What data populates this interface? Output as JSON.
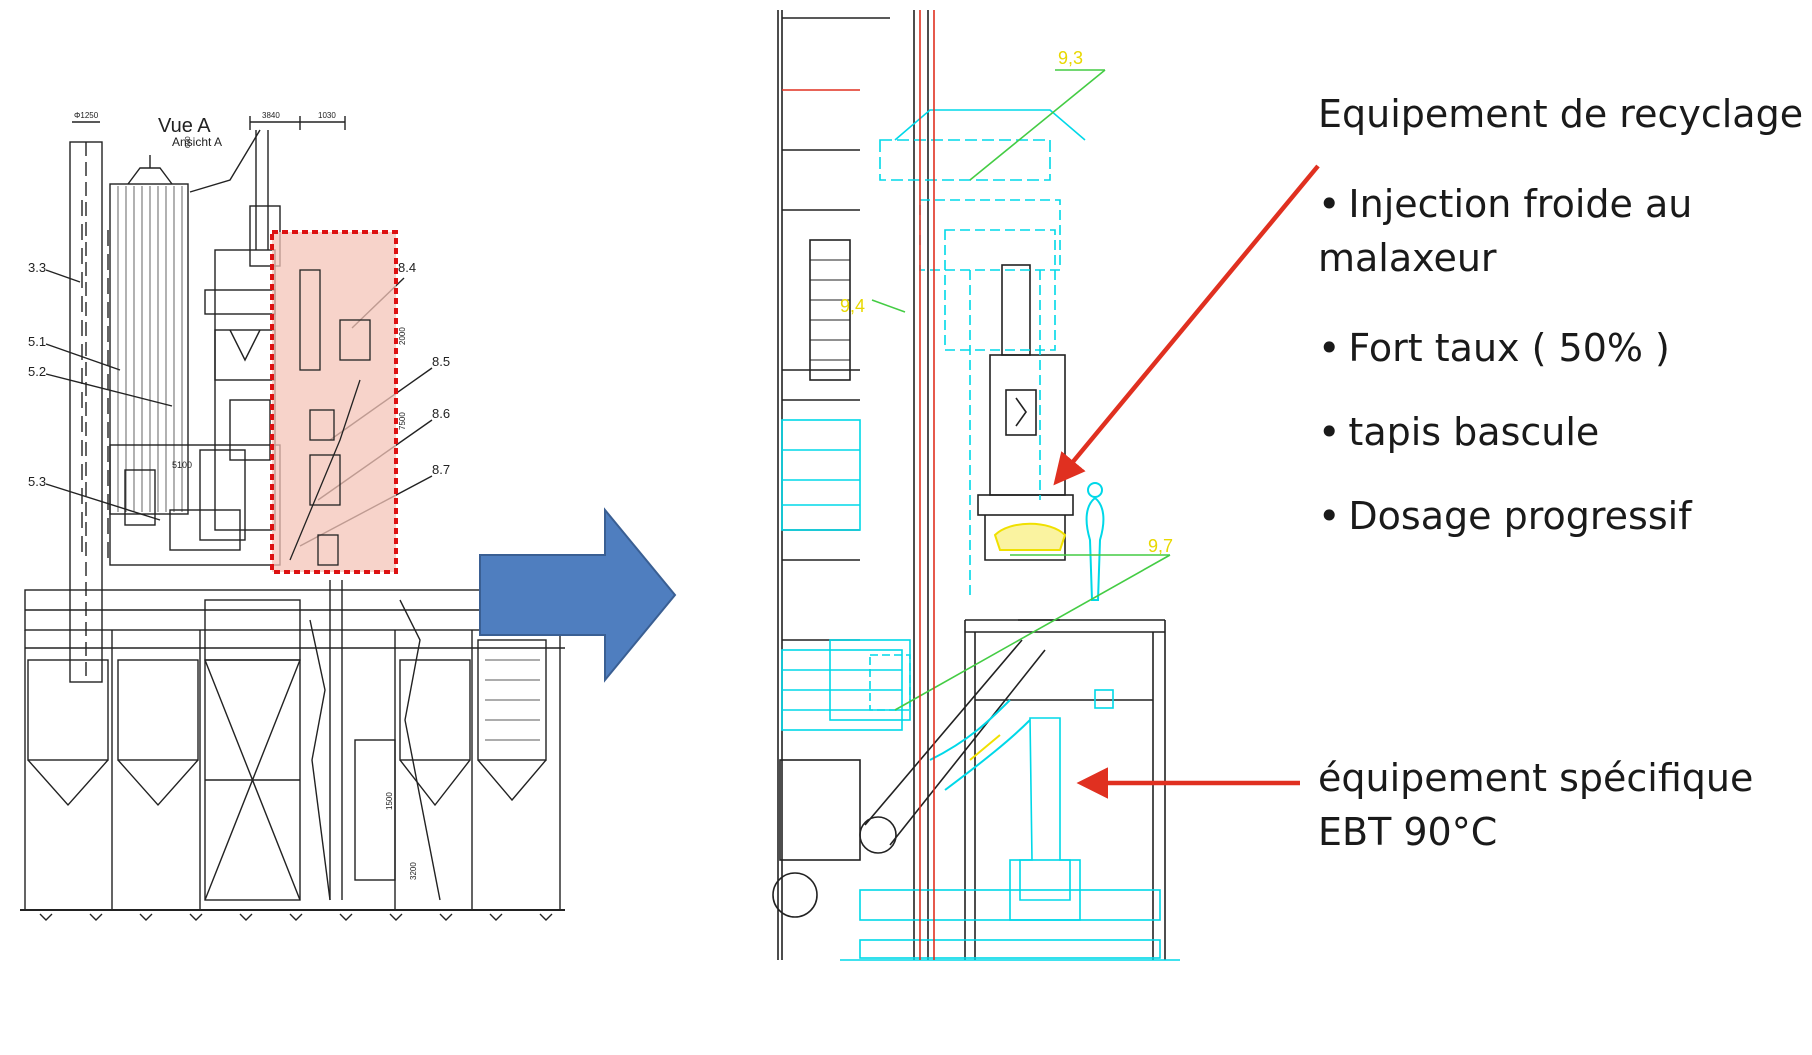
{
  "left_drawing": {
    "top_labels": [
      "Vue A",
      "Ansicht A",
      "Φ1250",
      "3840",
      "1030",
      "600"
    ],
    "callouts": [
      "3.3",
      "5.1",
      "5.2",
      "5.3",
      "8.4",
      "8.5",
      "8.6",
      "8.7"
    ],
    "inner_labels": [
      "5100",
      "2000",
      "7500",
      "3200",
      "1500"
    ]
  },
  "right_drawing": {
    "callouts": [
      "9,3",
      "9,4",
      "9,7"
    ]
  },
  "text_panel": {
    "title": "Equipement de recyclage",
    "bullets": [
      {
        "line1": "Injection froide au",
        "line2": "malaxeur"
      },
      {
        "line1": "Fort taux ( 50% )"
      },
      {
        "line1": "tapis bascule"
      },
      {
        "line1": "Dosage progressif"
      }
    ],
    "specific_line1": "équipement spécifique",
    "specific_line2": "EBT 90°C"
  },
  "colors": {
    "drawing_lines": "#222222",
    "cyan": "#00d8e8",
    "yellow": "#f0e000",
    "green": "#44cc44",
    "red_line": "#e03020",
    "highlight_fill": "#f4c4b8",
    "highlight_border": "#dd1111",
    "big_arrow": "#4f7ebf"
  }
}
